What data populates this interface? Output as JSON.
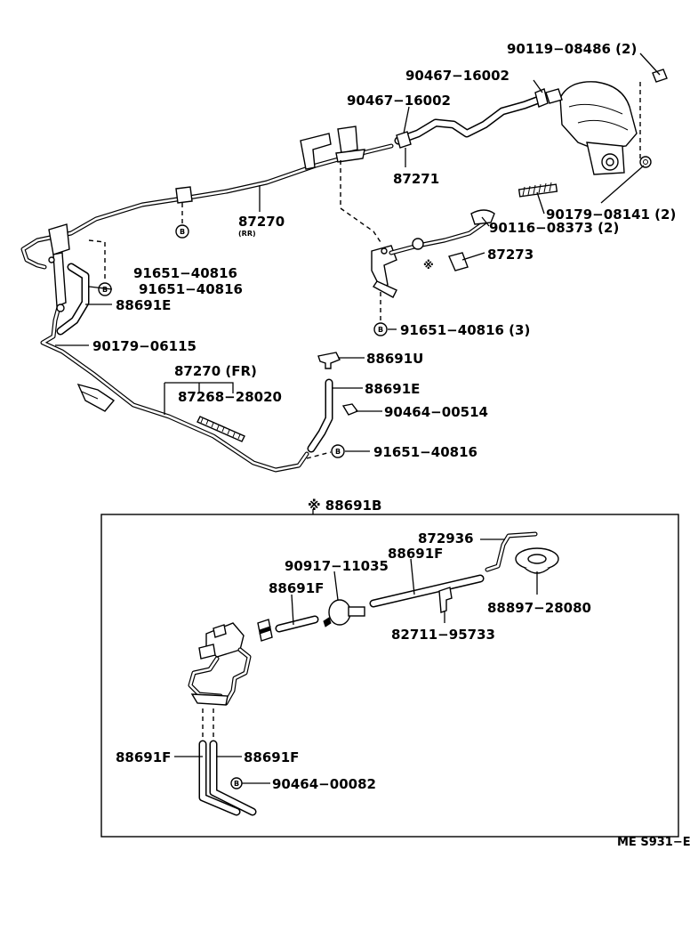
{
  "diagram": {
    "labels": {
      "p90119_08486": "90119−08486 (2)",
      "p90467_16002a": "90467−16002",
      "p90467_16002b": "90467−16002",
      "p87271": "87271",
      "p87270_rr": "87270",
      "p87270_rr_sub": "(RR)",
      "p90179_08141": "90179−08141 (2)",
      "p90116_08373": "90116−08373 (2)",
      "p87273": "87273",
      "p91651_40816a": "91651−40816",
      "p91651_40816b": "91651−40816",
      "p88691e_a": "88691E",
      "p90179_06115": "90179−06115",
      "p91651_40816_3": "91651−40816 (3)",
      "p88691u": "88691U",
      "p87270_fr": "87270 (FR)",
      "p87268_28020": "87268−28020",
      "p88691e_b": "88691E",
      "p90464_00514": "90464−00514",
      "p91651_40816c": "91651−40816",
      "p88691b_set": "※ 88691B",
      "p872936": "872936",
      "p90917_11035": "90917−11035",
      "p88691f_a": "88691F",
      "p88691f_b": "88691F",
      "p88897_28080": "88897−28080",
      "p82711_95733": "82711−95733",
      "p88691f_c": "88691F",
      "p88691f_d": "88691F",
      "p90464_00082": "90464−00082",
      "star_mark": "※",
      "bolt_glyph": "B",
      "clip_glyph": "B",
      "footer_code": "ME S931−E"
    }
  }
}
